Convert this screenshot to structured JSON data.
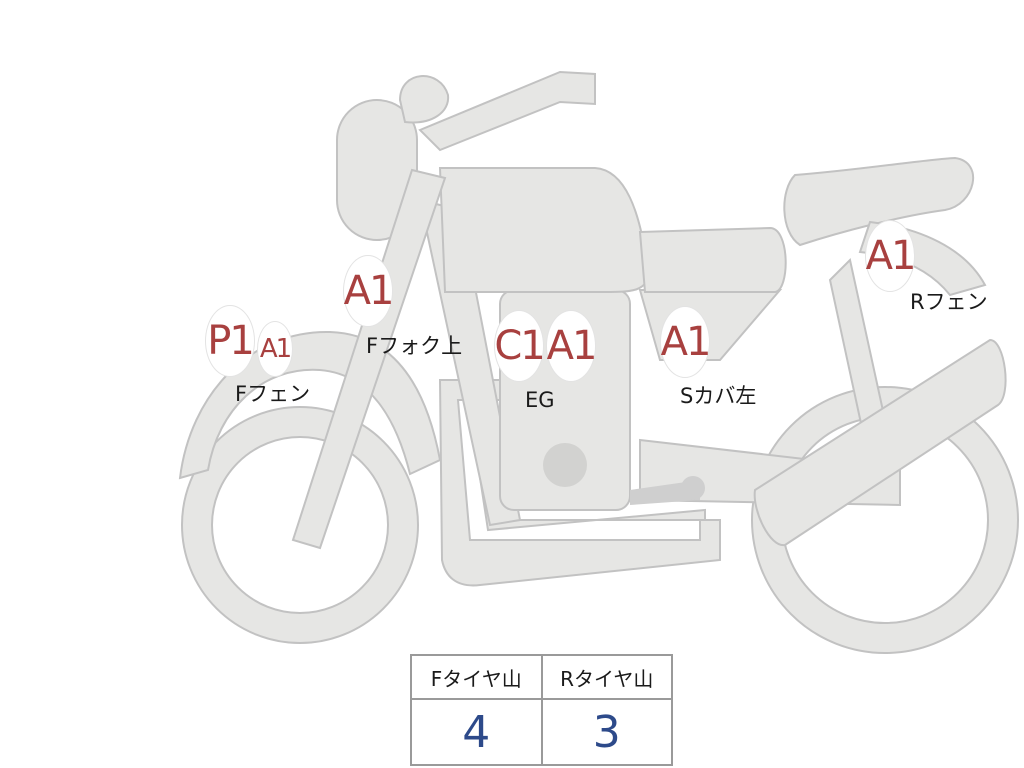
{
  "damage_badges": [
    {
      "code": "P1"
    },
    {
      "code": "A1"
    },
    {
      "code": "A1"
    },
    {
      "code": "C1"
    },
    {
      "code": "A1"
    },
    {
      "code": "A1"
    },
    {
      "code": "A1"
    }
  ],
  "part_labels": {
    "front_fender": "Fフェン",
    "front_fork_upper": "Fフォク上",
    "engine": "EG",
    "side_cover_left": "Sカバ左",
    "rear_fender": "Rフェン"
  },
  "tire_tread": {
    "headers": [
      "Fタイヤ山",
      "Rタイヤ山"
    ],
    "values": [
      "4",
      "3"
    ]
  },
  "colors": {
    "body_fill": "#e6e6e4",
    "body_stroke": "#c2c2c2",
    "badge_text": "#a8403f",
    "value_text": "#2d4a8a",
    "table_border": "#9a9a9a"
  }
}
